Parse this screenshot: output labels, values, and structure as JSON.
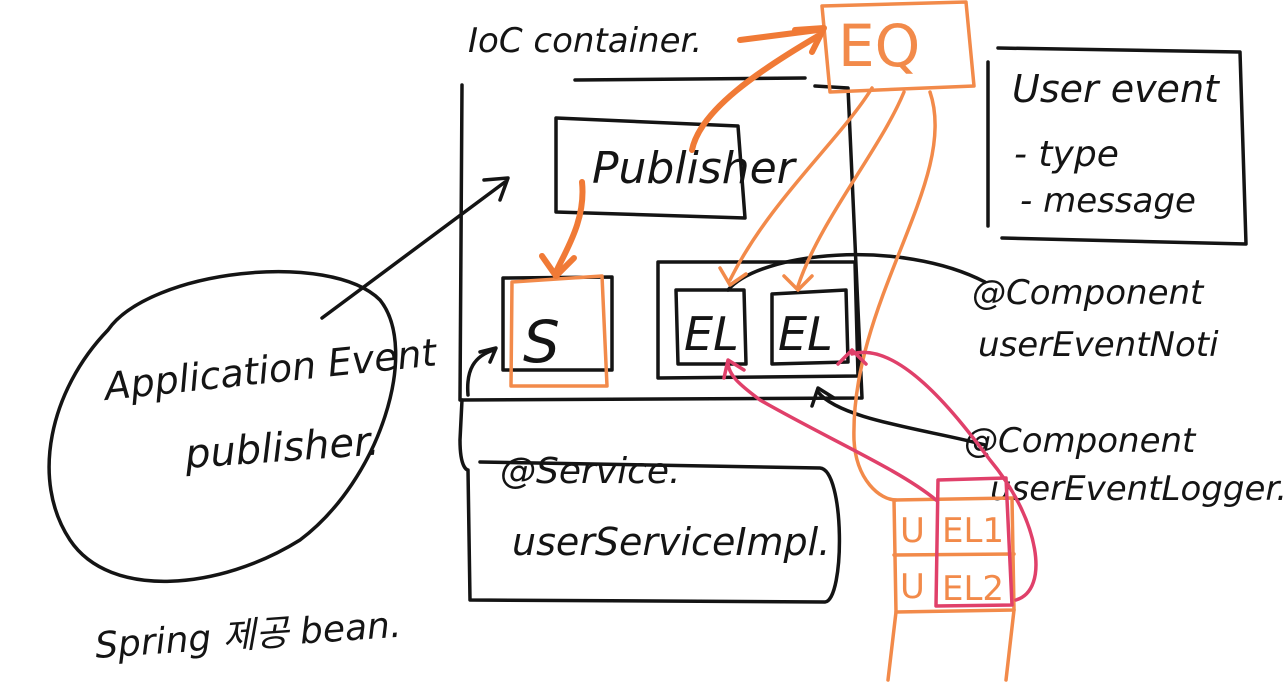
{
  "diagram": {
    "container_label": "IoC container.",
    "event_queue_label": "EQ",
    "publisher_label": "Publisher",
    "service_box_label": "S",
    "listener_label_1": "EL",
    "listener_label_2": "EL",
    "service_line_1": "@Service.",
    "service_line_2": "userServiceImpl.",
    "event_panel": {
      "title": "User event",
      "field_1": "- type",
      "field_2": "- message"
    },
    "component_1": {
      "annotation": "@Component",
      "name": "userEventNoti"
    },
    "component_2": {
      "annotation": "@Component",
      "name": "userEventLogger."
    },
    "publisher_oval": {
      "line_1": "Application Event",
      "line_2": "publisher."
    },
    "spring_bean_label": "Spring 제공 bean.",
    "queue_slots": {
      "slot_1_left": "U",
      "slot_1_right": "EL1",
      "slot_2_left": "U",
      "slot_2_right": "EL2"
    }
  },
  "colors": {
    "ink": "#141414",
    "orange": "#f28a4a",
    "pink": "#e0406a"
  }
}
